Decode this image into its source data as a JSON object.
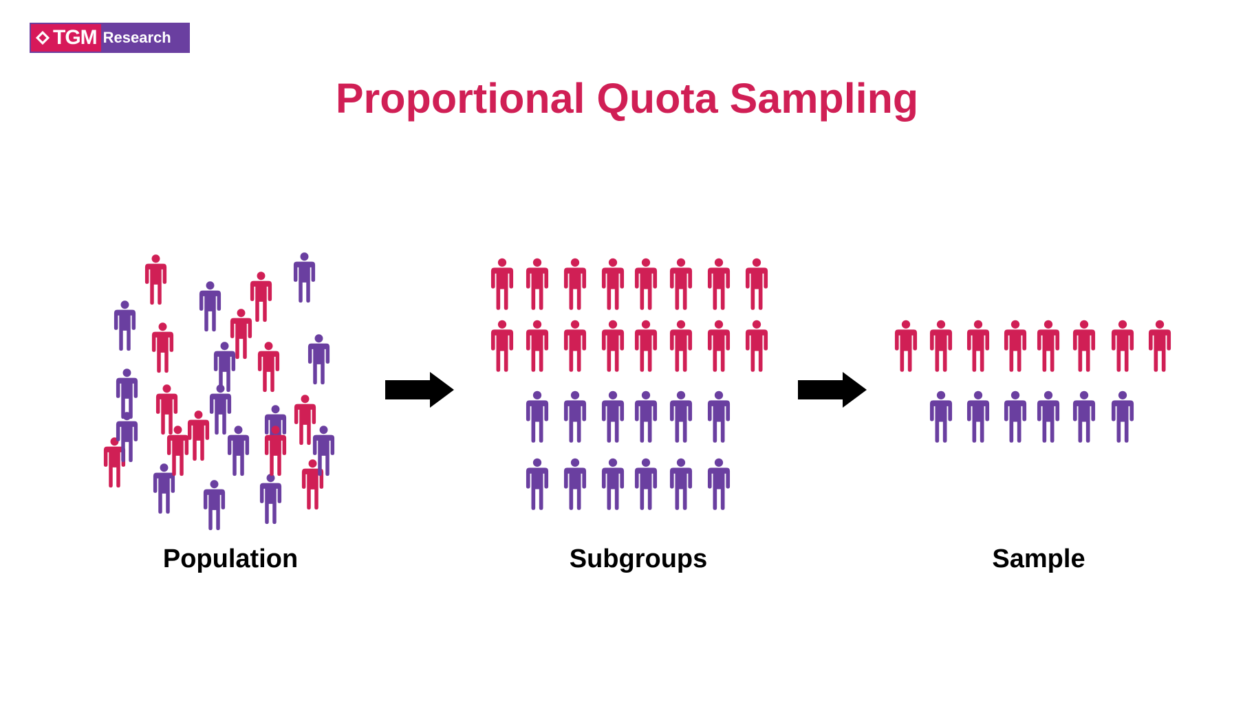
{
  "logo": {
    "brand_mark": "TGM",
    "brand_name": "Research"
  },
  "title": "Proportional Quota Sampling",
  "colors": {
    "red": "#d01f55",
    "purple": "#6a3fa0",
    "arrow": "#000000",
    "title": "#d01f55"
  },
  "icons": {
    "person": "person-icon",
    "arrow": "arrow-right-icon"
  },
  "stages": [
    {
      "label": "Population",
      "red_count": 12,
      "purple_count": 14
    },
    {
      "label": "Subgroups",
      "red_count": 16,
      "purple_count": 12
    },
    {
      "label": "Sample",
      "red_count": 8,
      "purple_count": 6
    }
  ]
}
